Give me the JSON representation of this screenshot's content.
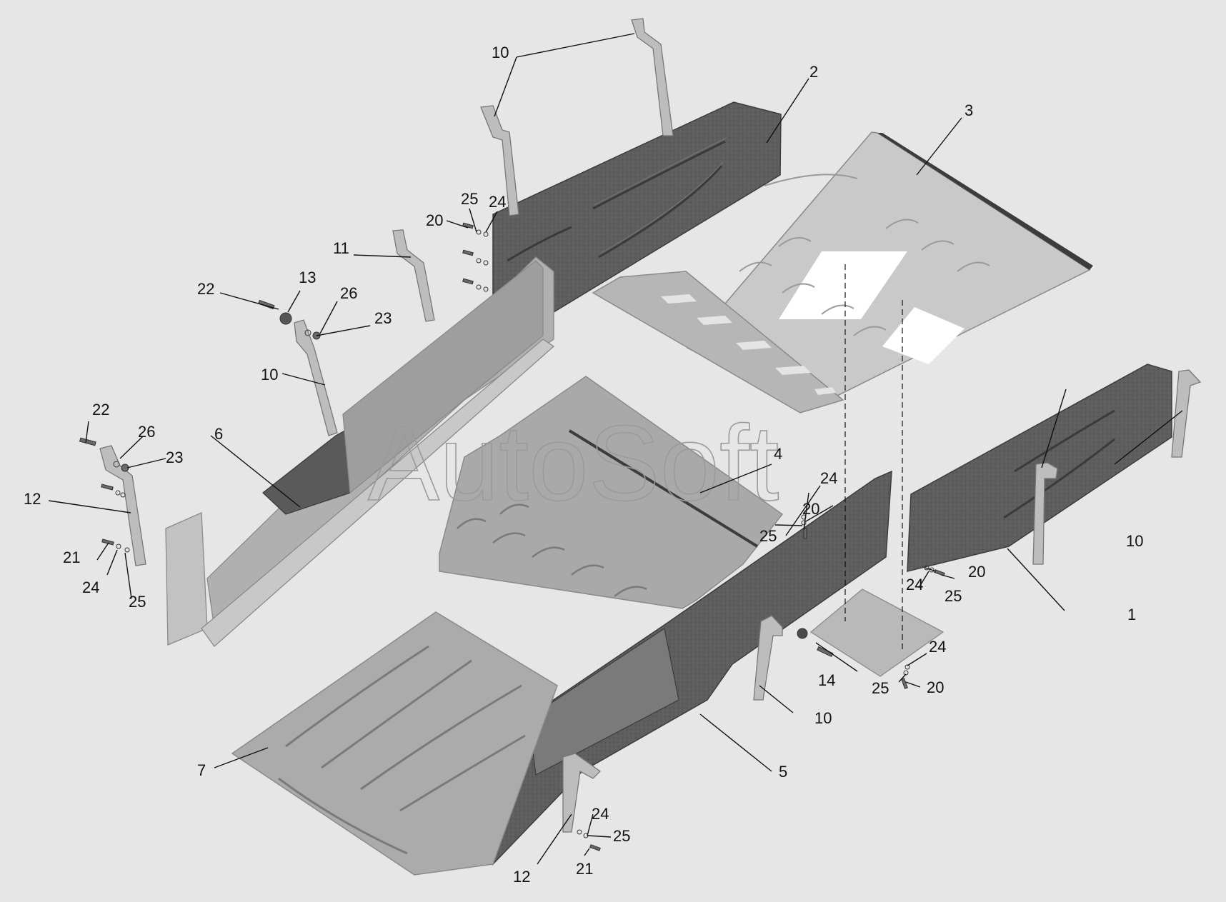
{
  "diagram": {
    "watermark": "AutoSoft",
    "background": "#e6e6e6",
    "part_colors": {
      "dark_panel": "#5a5a5a",
      "dark_panel_edge": "#3c3c3c",
      "light_panel": "#a9a9a9",
      "lighter_panel": "#c9c9c9",
      "light_edge": "#8a8a8a"
    },
    "callouts": {
      "c1": "1",
      "c2": "2",
      "c3": "3",
      "c4": "4",
      "c5": "5",
      "c6": "6",
      "c7": "7",
      "c10_top": "10",
      "c10_left": "10",
      "c10_right": "10",
      "c10_bottom": "10",
      "c11": "11",
      "c12_left": "12",
      "c12_bottom": "12",
      "c13": "13",
      "c14": "14",
      "c20_top": "20",
      "c20_mid": "20",
      "c20_right": "20",
      "c20_bottom": "20",
      "c21_left": "21",
      "c21_bottom": "21",
      "c22_mid": "22",
      "c22_left": "22",
      "c23_mid": "23",
      "c23_left": "23",
      "c24_top": "24",
      "c24_mid": "24",
      "c24_right": "24",
      "c24_bottom14": "24",
      "c24_left": "24",
      "c24_bottom": "24",
      "c25_top": "25",
      "c25_mid": "25",
      "c25_right": "25",
      "c25_bottom14": "25",
      "c25_left": "25",
      "c25_bottom": "25",
      "c26_mid": "26",
      "c26_left": "26"
    }
  }
}
